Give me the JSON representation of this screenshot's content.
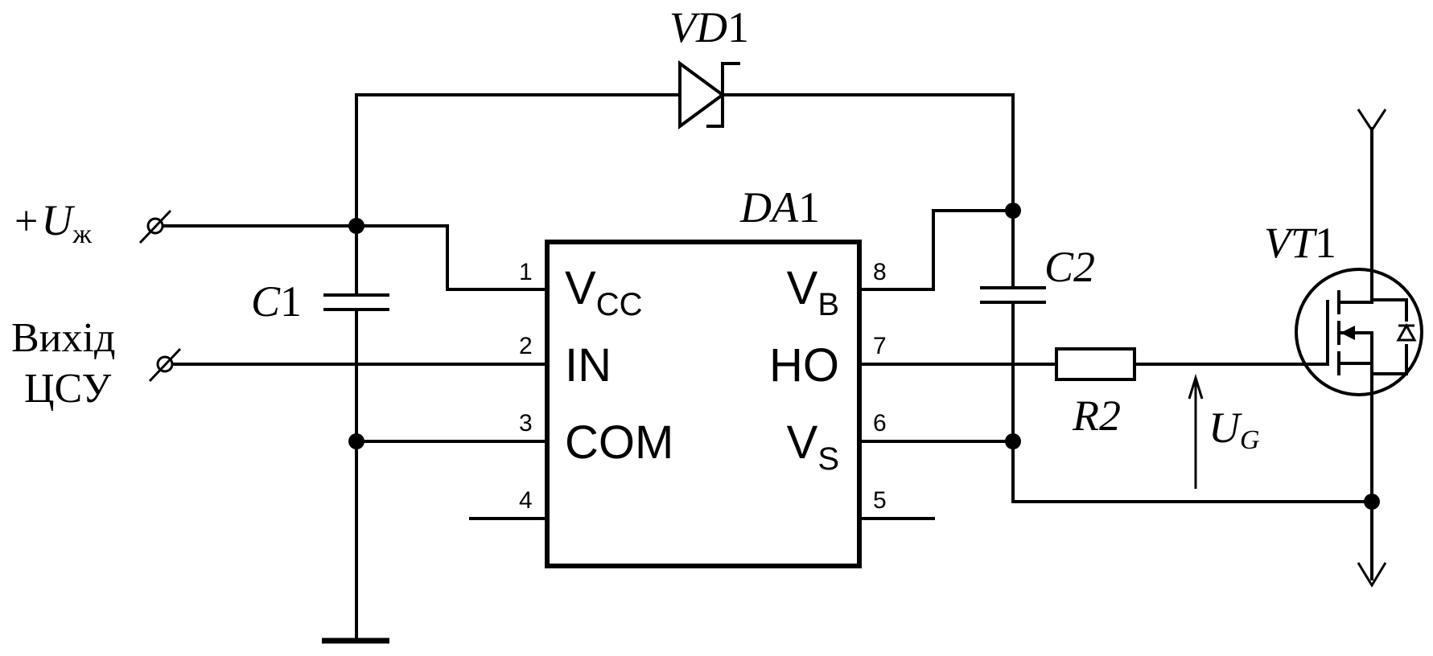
{
  "components": {
    "vd1": {
      "prefix": "VD",
      "index": "1"
    },
    "da1": {
      "prefix": "DA",
      "index": "1"
    },
    "c1": {
      "prefix": "C",
      "index": "1"
    },
    "c2": {
      "prefix": "C",
      "index": "2"
    },
    "r2": {
      "prefix": "R",
      "index": "2"
    },
    "vt1": {
      "prefix": "VT",
      "index": "1"
    }
  },
  "terminals": {
    "supply": {
      "sign": "+",
      "symbol": "U",
      "subscript": "ж"
    },
    "input": {
      "line1": "Вихід",
      "line2": "ЦСУ"
    }
  },
  "gate_voltage": {
    "symbol": "U",
    "subscript": "G"
  },
  "ic_pins": {
    "left": [
      {
        "number": "1",
        "name": "V",
        "sub": "CC"
      },
      {
        "number": "2",
        "name": "IN",
        "sub": ""
      },
      {
        "number": "3",
        "name": "COM",
        "sub": ""
      },
      {
        "number": "4",
        "name": "",
        "sub": ""
      }
    ],
    "right": [
      {
        "number": "8",
        "name": "V",
        "sub": "B"
      },
      {
        "number": "7",
        "name": "HO",
        "sub": ""
      },
      {
        "number": "6",
        "name": "V",
        "sub": "S"
      },
      {
        "number": "5",
        "name": "",
        "sub": ""
      }
    ]
  }
}
